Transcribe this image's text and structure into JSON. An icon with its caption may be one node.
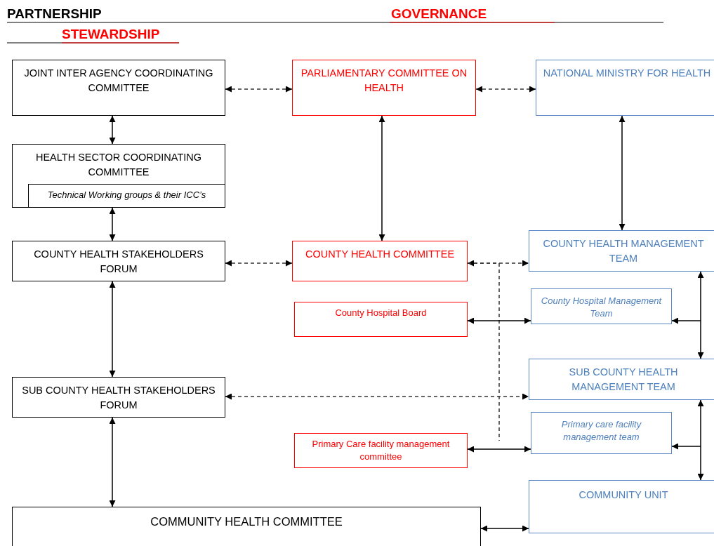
{
  "diagram": {
    "nodes": [
      {
        "text": [
          "JOINT INTER AGENCY COORDINATING COMMITTEE"
        ]
      },
      {
        "text": [
          "PARLIAMENTARY COMMITTEE ON HEALTH"
        ]
      },
      {
        "text": [
          "NATIONAL MINISTRY FOR HEALTH"
        ]
      },
      {
        "text": [
          "HEALTH SECTOR COORDINATING COMMITTEE"
        ]
      },
      {
        "text": [
          "Technical Working groups & their ICC’s"
        ],
        "in": 3
      },
      {
        "text": [
          "COUNTY HEALTH STAKEHOLDERS FORUM"
        ]
      },
      {
        "text": [
          "COUNTY HEALTH COMMITTEE"
        ]
      },
      {
        "text": [
          "COUNTY HEALTH MANAGEMENT TEAM"
        ]
      },
      {
        "text": [
          "County Hospital Board"
        ]
      },
      {
        "text": [
          "County Hospital Management Team"
        ]
      },
      {
        "text": [
          "SUB COUNTY HEALTH STAKEHOLDERS FORUM"
        ]
      },
      {
        "text": [
          "SUB COUNTY HEALTH MANAGEMENT TEAM"
        ]
      },
      {
        "text": [
          "Primary care facility management team"
        ]
      },
      {
        "text": [
          "Primary Care facility management committee"
        ]
      },
      {
        "text": [
          "COMMUNITY UNIT"
        ]
      },
      {
        "text": [
          "COMMUNITY HEALTH COMMITTEE"
        ]
      }
    ],
    "edges": [
      {
        "from": 0,
        "to": 1,
        "arrow": "both",
        "style": "dashed"
      },
      {
        "from": 1,
        "to": 2,
        "arrow": "both",
        "style": "dashed"
      },
      {
        "from": 0,
        "to": 3,
        "arrow": "both"
      },
      {
        "from": 3,
        "to": 5,
        "arrow": "both"
      },
      {
        "from": 1,
        "to": 6,
        "arrow": "both"
      },
      {
        "from": 2,
        "to": 7,
        "arrow": "both"
      },
      {
        "from": 5,
        "to": 6,
        "arrow": "both",
        "style": "dashed"
      },
      {
        "from": 6,
        "to": 7,
        "arrow": "both",
        "style": "dashed"
      },
      {
        "from": 6,
        "to": null,
        "arrow": "none",
        "style": "dashed"
      },
      {
        "from": 8,
        "to": 9,
        "arrow": "both"
      },
      {
        "from": 7,
        "to": 11,
        "arrow": "both"
      },
      {
        "from": null,
        "to": 9,
        "arrow": "to"
      },
      {
        "from": 5,
        "to": 10,
        "arrow": "both"
      },
      {
        "from": 10,
        "to": 11,
        "arrow": "both",
        "style": "dashed"
      },
      {
        "from": 13,
        "to": 12,
        "arrow": "both"
      },
      {
        "from": 11,
        "to": 14,
        "arrow": "both"
      },
      {
        "from": null,
        "to": 12,
        "arrow": "to"
      },
      {
        "from": 10,
        "to": 15,
        "arrow": "both"
      },
      {
        "from": 15,
        "to": 14,
        "arrow": "both"
      }
    ],
    "labels": [
      "PARTNERSHIP",
      "GOVERNANCE",
      "STEWARDSHIP"
    ]
  }
}
